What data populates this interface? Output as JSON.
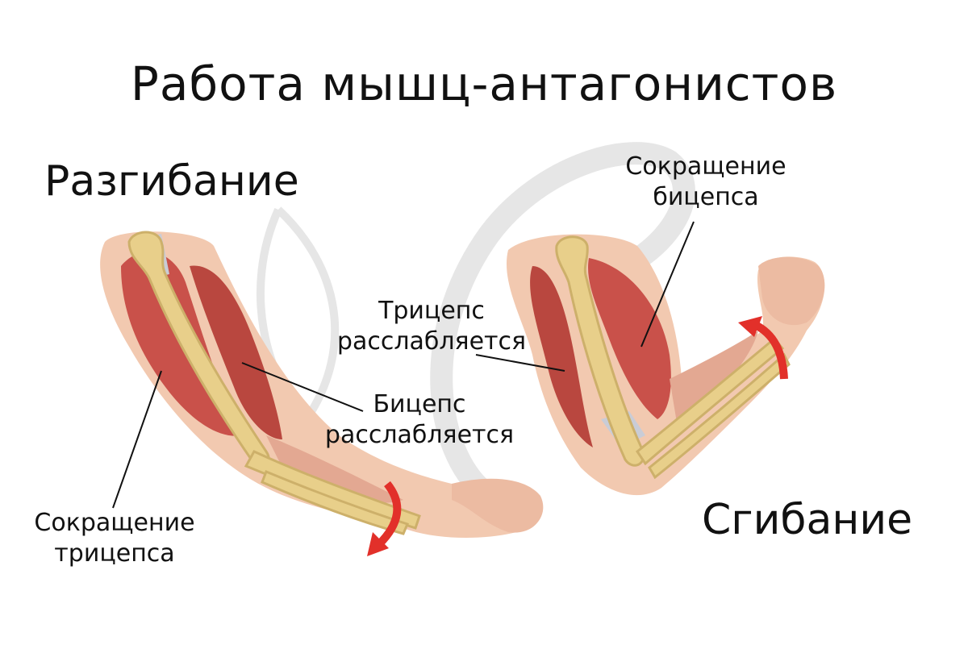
{
  "title": "Работа мышц-антагонистов",
  "extension": {
    "heading": "Разгибание",
    "triceps_label": [
      "Сокращение",
      "трицепса"
    ],
    "biceps_label": [
      "Бицепс",
      "расслабляется"
    ]
  },
  "flexion": {
    "heading": "Сгибание",
    "biceps_label": [
      "Сокращение",
      "бицепса"
    ],
    "triceps_label": [
      "Трицепс",
      "расслабляется"
    ]
  },
  "colors": {
    "skin": "#f2c9b0",
    "skin_dark": "#e3a892",
    "muscle": "#c9514a",
    "muscle_dark": "#a8433d",
    "bone": "#e8cf8a",
    "bone_outline": "#cdb06a",
    "tendon": "#c9ccd6",
    "arrow": "#e2302a",
    "watermark": "#e6e6e6"
  }
}
